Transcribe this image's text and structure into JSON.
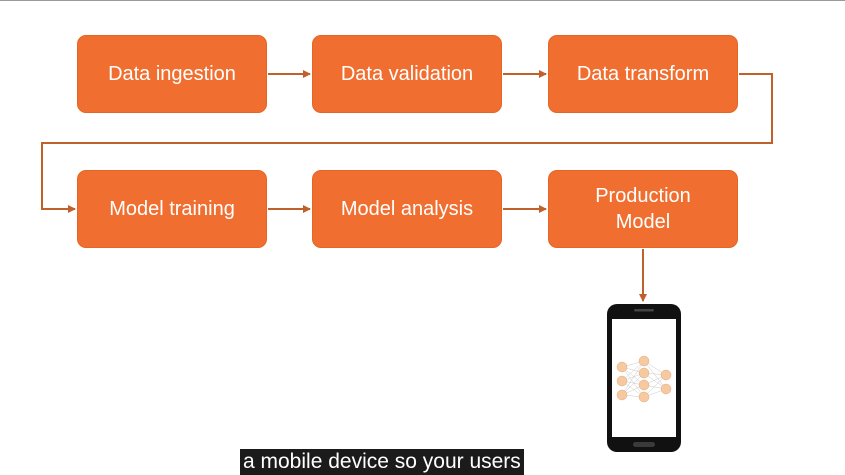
{
  "pipeline": {
    "steps": [
      {
        "label": "Data ingestion"
      },
      {
        "label": "Data validation"
      },
      {
        "label": "Data transform"
      },
      {
        "label": "Model training"
      },
      {
        "label": "Model analysis"
      },
      {
        "label": "Production\nModel"
      }
    ],
    "colors": {
      "box": "#f06f30",
      "arrow": "#c0602a",
      "text": "#ffffff"
    }
  },
  "device": {
    "icon": "smartphone-icon",
    "screen_content": "neural-network-diagram-icon"
  },
  "subtitle": {
    "text": "a mobile device so your users"
  }
}
